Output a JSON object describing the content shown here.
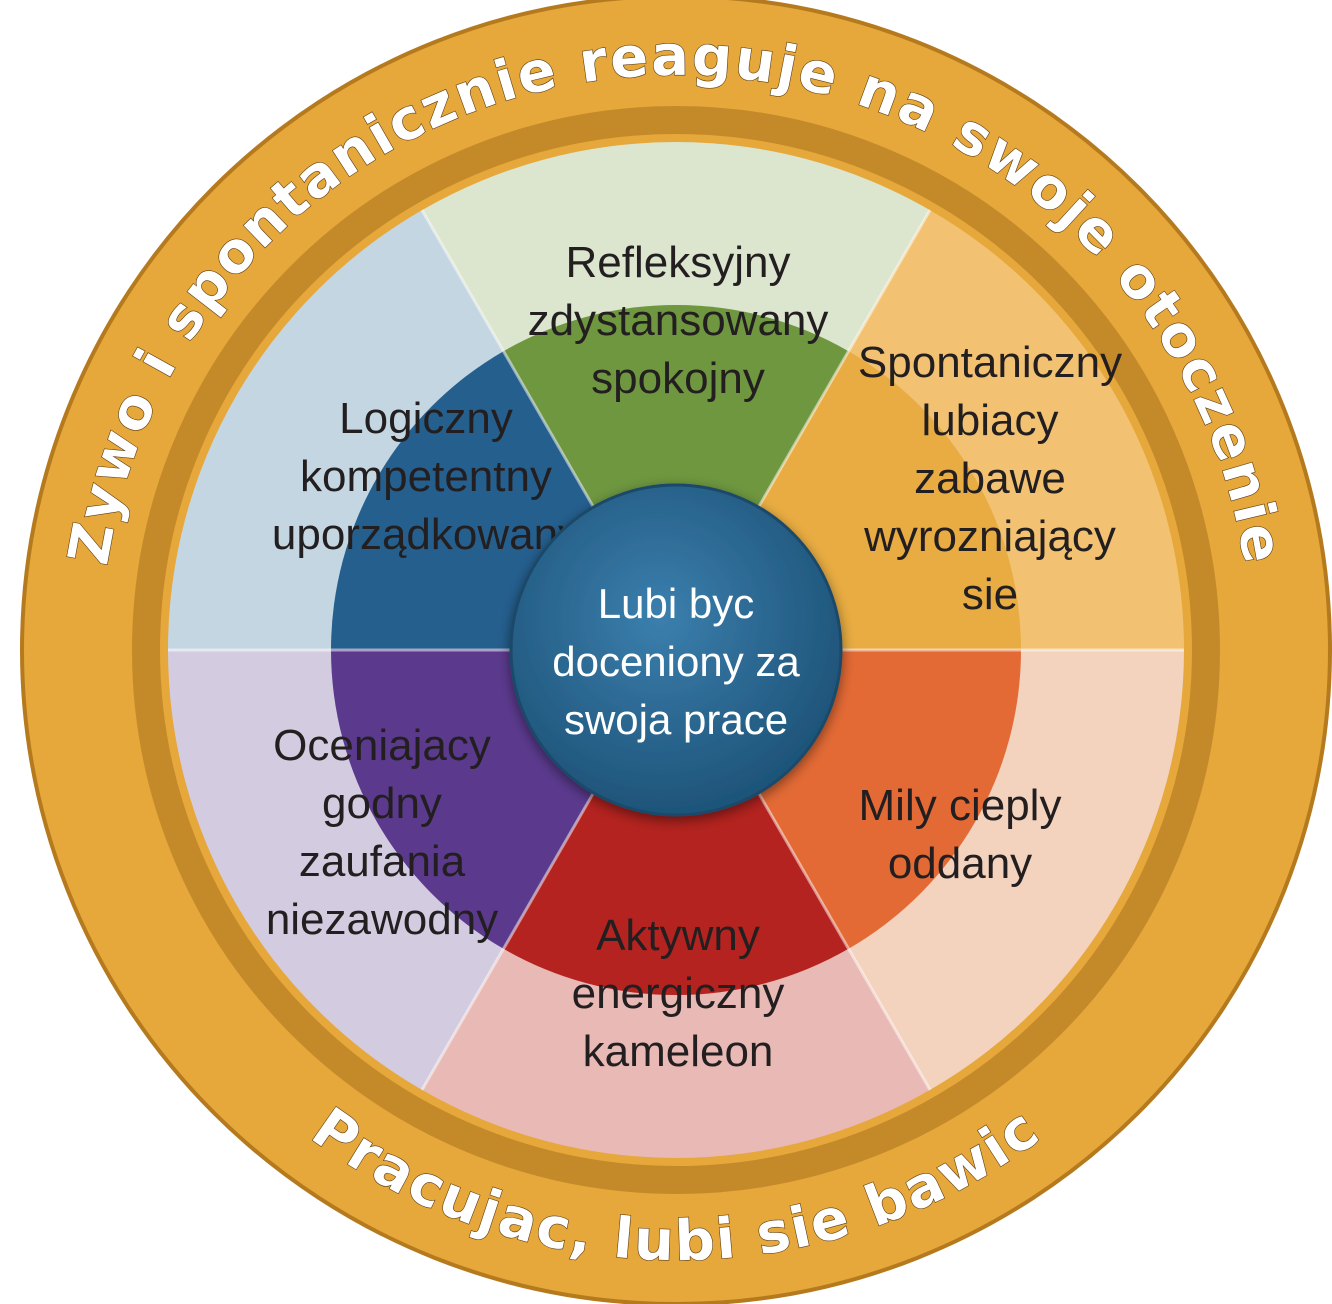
{
  "outer_ring": {
    "top_text": "Zywo i spontanicznie reaguje na swoje otoczenie",
    "bottom_text": "Pracujac, lubi sie bawic",
    "color": "#E6A73B"
  },
  "center": {
    "lines": [
      "Lubi byc",
      "doceniony za",
      "swoja prace"
    ],
    "color": "#2D6A94"
  },
  "segments": [
    {
      "id": "green",
      "lines": [
        "Refleksyjny",
        "zdystansowany",
        "spokojny"
      ],
      "outer_color": "#DCE5CE",
      "inner_color": "#6E9740"
    },
    {
      "id": "yellow",
      "lines": [
        "Spontaniczny",
        "lubiacy",
        "zabawe",
        "wyrozniający",
        "sie"
      ],
      "outer_color": "#F2C272",
      "inner_color": "#E8AC42"
    },
    {
      "id": "orange",
      "lines": [
        "Mily cieply",
        "oddany"
      ],
      "outer_color": "#F3D3BE",
      "inner_color": "#E36A35"
    },
    {
      "id": "red",
      "lines": [
        "Aktywny",
        "energiczny",
        "kameleon"
      ],
      "outer_color": "#E8B9B5",
      "inner_color": "#B4231F"
    },
    {
      "id": "purple",
      "lines": [
        "Oceniajacy",
        "godny",
        "zaufania",
        "niezawodny"
      ],
      "outer_color": "#D3CCE0",
      "inner_color": "#5B3A8E"
    },
    {
      "id": "blue",
      "lines": [
        "Logiczny",
        "kompetentny",
        "uporządkowany"
      ],
      "outer_color": "#C3D6E2",
      "inner_color": "#255F8E"
    }
  ]
}
